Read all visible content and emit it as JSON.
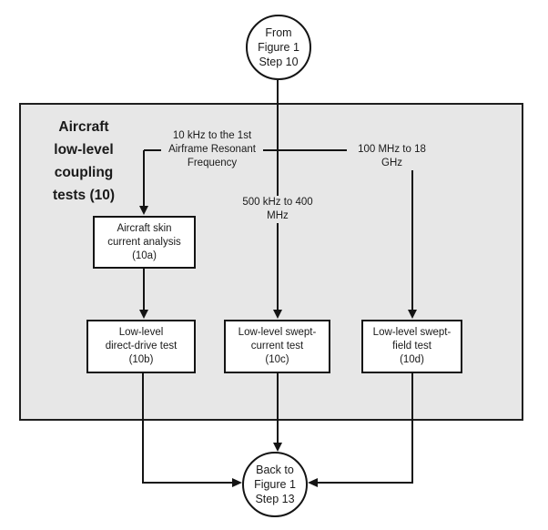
{
  "colors": {
    "container_fill": "#e7e7e7",
    "container_border": "#1f1f1f",
    "node_fill": "#ffffff",
    "node_border": "#141414",
    "line": "#141414",
    "text": "#1a1a1a",
    "background": "#ffffff"
  },
  "start_node": {
    "text": "From\nFigure 1\nStep 10"
  },
  "container": {
    "title": "Aircraft\nlow-level\ncoupling\ntests (10)"
  },
  "branch_labels": {
    "left": "10 kHz to the 1st\nAirframe Resonant\nFrequency",
    "middle": "500 kHz to 400 MHz",
    "right": "100 MHz to 18 GHz"
  },
  "boxes": {
    "skin_current": "Aircraft skin\ncurrent analysis\n(10a)",
    "direct_drive": "Low-level\ndirect-drive test\n(10b)",
    "swept_current": "Low-level swept-\ncurrent test\n(10c)",
    "swept_field": "Low-level swept-\nfield test\n(10d)"
  },
  "end_node": {
    "text": "Back to\nFigure 1\nStep 13"
  }
}
